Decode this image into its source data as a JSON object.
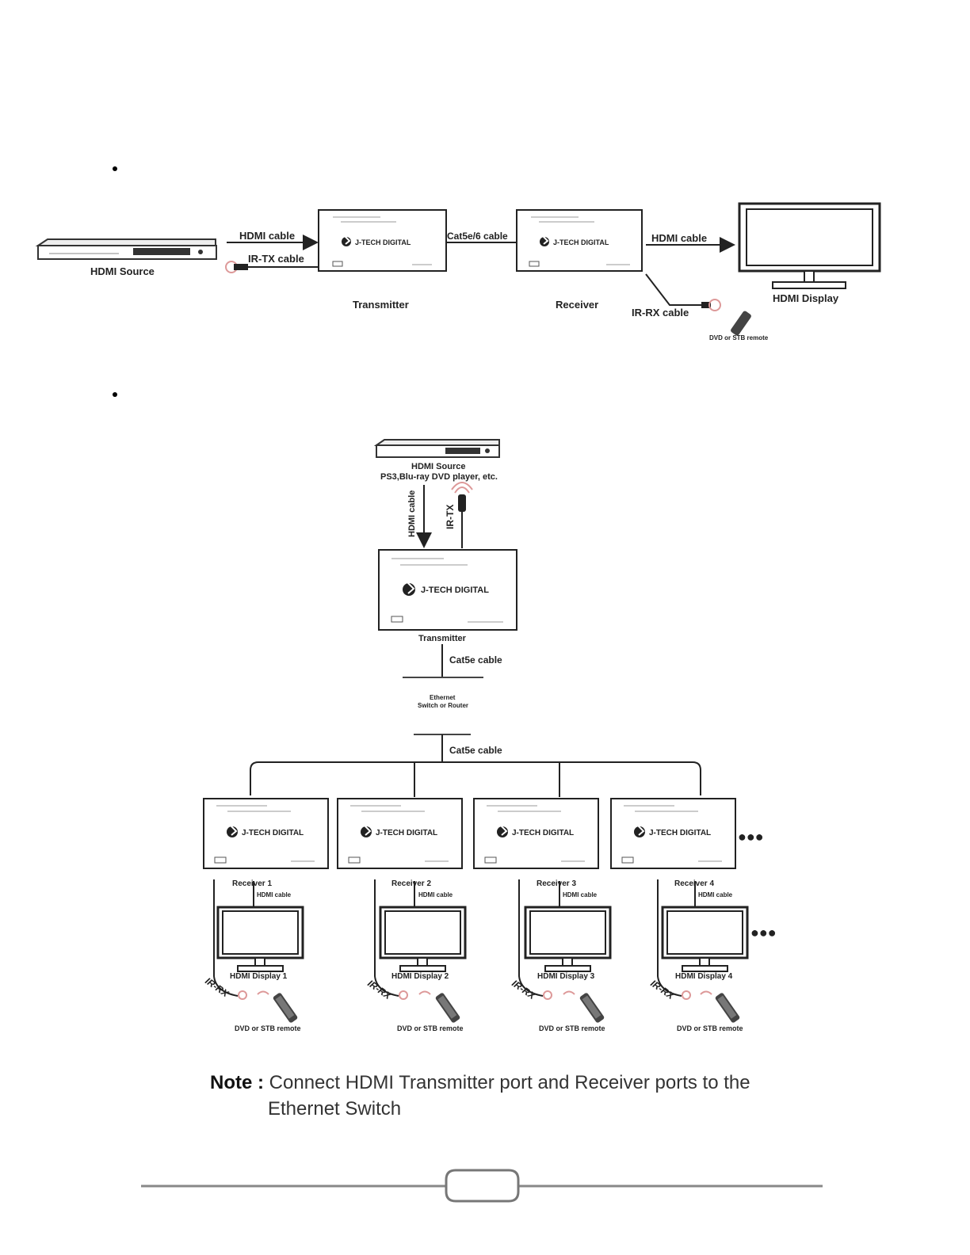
{
  "brand": "J-TECH DIGITAL",
  "diagram1": {
    "hdmi_source": "HDMI Source",
    "hdmi_cable_1": "HDMI cable",
    "ir_tx_cable": "IR-TX cable",
    "cat_cable": "Cat5e/6 cable",
    "hdmi_cable_2": "HDMI cable",
    "transmitter": "Transmitter",
    "receiver": "Receiver",
    "ir_rx_cable": "IR-RX cable",
    "hdmi_display": "HDMI Display",
    "remote": "DVD or STB remote"
  },
  "diagram2": {
    "hdmi_source": "HDMI Source",
    "source_examples": "PS3,Blu-ray DVD player, etc.",
    "hdmi_cable": "HDMI cable",
    "ir_tx": "IR-TX",
    "transmitter": "Transmitter",
    "cat_cable_1": "Cat5e cable",
    "switch_line1": "Ethernet",
    "switch_line2": "Switch or Router",
    "cat_cable_2": "Cat5e cable",
    "ellipsis": "●●●",
    "receivers": [
      {
        "name": "Receiver 1",
        "cable": "HDMI cable",
        "display": "HDMI Display 1",
        "ir": "IR-RX",
        "remote": "DVD or STB remote"
      },
      {
        "name": "Receiver 2",
        "cable": "HDMI cable",
        "display": "HDMI Display 2",
        "ir": "IR-RX",
        "remote": "DVD or STB remote"
      },
      {
        "name": "Receiver 3",
        "cable": "HDMI cable",
        "display": "HDMI Display 3",
        "ir": "IR-RX",
        "remote": "DVD or STB remote"
      },
      {
        "name": "Receiver 4",
        "cable": "HDMI cable",
        "display": "HDMI Display 4",
        "ir": "IR-RX",
        "remote": "DVD or STB remote"
      }
    ]
  },
  "note": {
    "label": "Note :",
    "line1": "Connect HDMI Transmitter port and Receiver ports to the",
    "line2": "Ethernet Switch"
  }
}
